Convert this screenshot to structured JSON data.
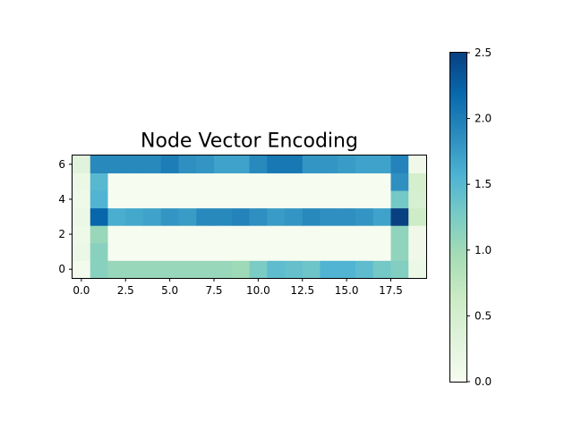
{
  "chart_data": {
    "type": "heatmap",
    "title": "Node Vector Encoding",
    "xlabel": "",
    "ylabel": "",
    "colormap": "GnBu",
    "colormap_stops": [
      "#f7fcf0",
      "#e0f3db",
      "#ccebc5",
      "#a8ddb5",
      "#7bccc4",
      "#4eb3d3",
      "#2b8cbe",
      "#0868ac",
      "#084081"
    ],
    "x_ticks": [
      "0.0",
      "2.5",
      "5.0",
      "7.5",
      "10.0",
      "12.5",
      "15.0",
      "17.5"
    ],
    "x_tick_values": [
      0,
      2.5,
      5,
      7.5,
      10,
      12.5,
      15,
      17.5
    ],
    "y_ticks": [
      "0",
      "2",
      "4",
      "6"
    ],
    "y_tick_values": [
      0,
      2,
      4,
      6
    ],
    "xlim": [
      -0.5,
      19.5
    ],
    "ylim": [
      -0.5,
      6.5
    ],
    "origin": "lower",
    "colorbar": {
      "range": [
        0.0,
        2.5
      ],
      "ticks": [
        "0.0",
        "0.5",
        "1.0",
        "1.5",
        "2.0",
        "2.5"
      ],
      "tick_values": [
        0,
        0.5,
        1.0,
        1.5,
        2.0,
        2.5
      ]
    },
    "values": [
      [
        0.05,
        1.15,
        1.05,
        1.05,
        1.05,
        1.05,
        1.05,
        1.05,
        1.05,
        1.0,
        1.25,
        1.45,
        1.4,
        1.35,
        1.55,
        1.55,
        1.45,
        1.3,
        1.2,
        0.15
      ],
      [
        0.15,
        1.15,
        0.0,
        0.0,
        0.0,
        0.0,
        0.0,
        0.0,
        0.0,
        0.0,
        0.0,
        0.0,
        0.0,
        0.0,
        0.0,
        0.0,
        0.0,
        0.0,
        1.1,
        0.1
      ],
      [
        0.12,
        1.05,
        0.0,
        0.0,
        0.0,
        0.0,
        0.0,
        0.0,
        0.0,
        0.0,
        0.0,
        0.0,
        0.0,
        0.0,
        0.0,
        0.0,
        0.0,
        0.0,
        1.1,
        0.1
      ],
      [
        0.15,
        2.2,
        1.6,
        1.65,
        1.7,
        1.8,
        1.75,
        1.9,
        1.9,
        1.95,
        1.85,
        1.75,
        1.8,
        1.9,
        1.85,
        1.85,
        1.8,
        1.7,
        2.5,
        0.6
      ],
      [
        0.12,
        1.55,
        0.0,
        0.0,
        0.0,
        0.0,
        0.0,
        0.0,
        0.0,
        0.0,
        0.0,
        0.0,
        0.0,
        0.0,
        0.0,
        0.0,
        0.0,
        0.0,
        1.3,
        0.45
      ],
      [
        0.15,
        1.5,
        0.0,
        0.0,
        0.0,
        0.0,
        0.0,
        0.0,
        0.0,
        0.0,
        0.0,
        0.0,
        0.0,
        0.0,
        0.0,
        0.0,
        0.0,
        0.0,
        1.85,
        0.5
      ],
      [
        0.3,
        1.9,
        1.9,
        1.9,
        1.9,
        2.0,
        1.85,
        1.8,
        1.7,
        1.7,
        1.9,
        2.05,
        2.05,
        1.8,
        1.8,
        1.75,
        1.7,
        1.7,
        1.95,
        0.1
      ]
    ]
  }
}
